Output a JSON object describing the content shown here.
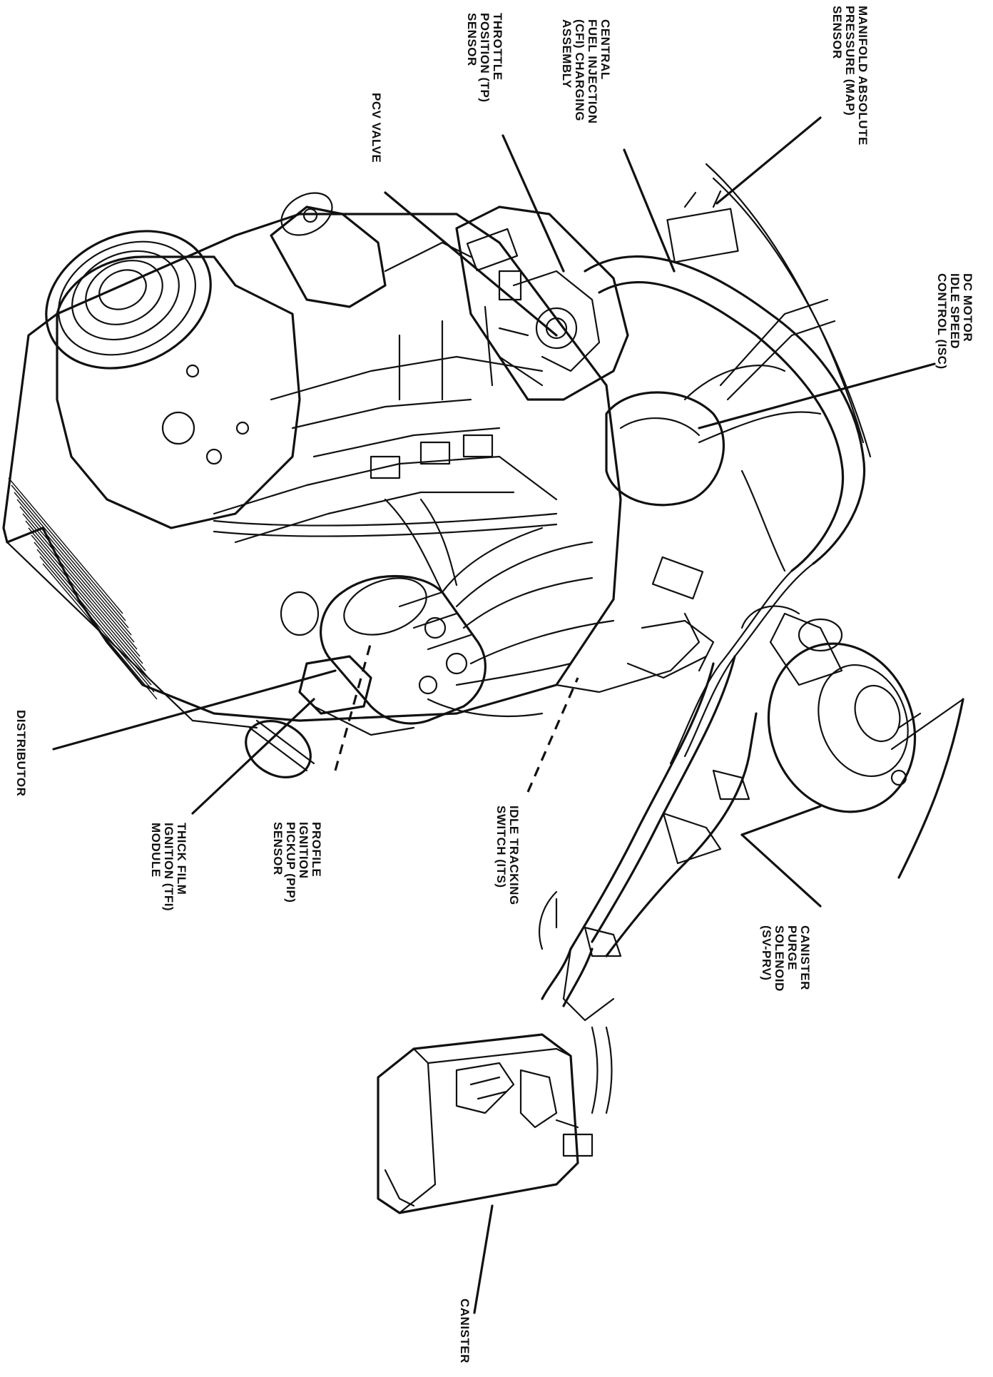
{
  "labels": {
    "map_sensor": [
      "MANIFOLD ABSOLUTE",
      "PRESSURE (MAP)",
      "SENSOR"
    ],
    "cfi": [
      "CENTRAL",
      "FUEL INJECTION",
      "(CFI) CHARGING",
      "ASSEMBLY"
    ],
    "tp_sensor": [
      "THROTTLE",
      "POSITION (TP)",
      "SENSOR"
    ],
    "pcv": [
      "PCV VALVE"
    ],
    "isc": [
      "DC MOTOR",
      "IDLE SPEED",
      "CONTROL (ISC)"
    ],
    "distributor": [
      "DISTRIBUTOR"
    ],
    "tfi": [
      "THICK FILM",
      "IGNITION (TFI)",
      "MODULE"
    ],
    "pip": [
      "PROFILE",
      "IGNITION",
      "PICKUP (PIP)",
      "SENSOR"
    ],
    "its": [
      "IDLE TRACKING",
      "SWITCH (ITS)"
    ],
    "purge": [
      "CANISTER",
      "PURGE",
      "SOLENOID",
      "(SV-PRV)"
    ],
    "canister": [
      "CANISTER"
    ]
  }
}
